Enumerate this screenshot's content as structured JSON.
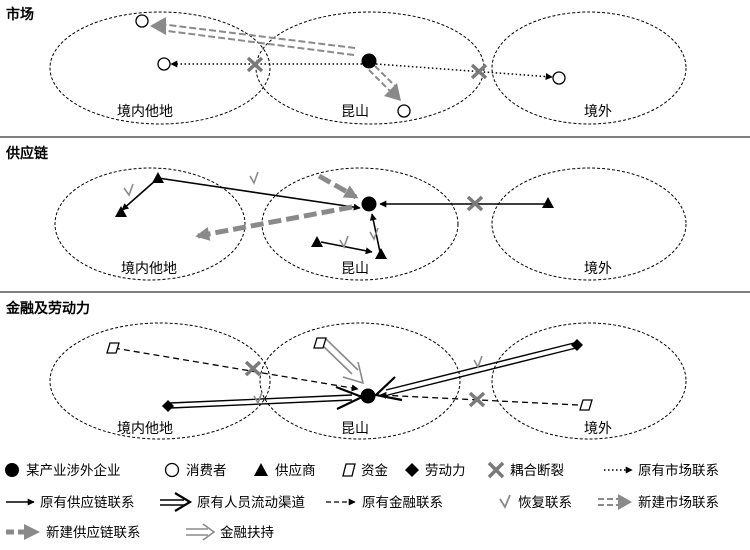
{
  "sections": [
    {
      "title": "市场",
      "regions": [
        "境内他地",
        "昆山",
        "境外"
      ]
    },
    {
      "title": "供应链",
      "regions": [
        "境内他地",
        "昆山",
        "境外"
      ]
    },
    {
      "title": "金融及劳动力",
      "regions": [
        "境内他地",
        "昆山",
        "境外"
      ]
    }
  ],
  "legend": [
    {
      "symbol": "black-dot",
      "label": "某产业涉外企业"
    },
    {
      "symbol": "open-circle",
      "label": "消费者"
    },
    {
      "symbol": "triangle",
      "label": "供应商"
    },
    {
      "symbol": "parallelogram",
      "label": "资金"
    },
    {
      "symbol": "diamond",
      "label": "劳动力"
    },
    {
      "symbol": "cross",
      "label": "耦合断裂"
    },
    {
      "symbol": "dotted-arrow",
      "label": "原有市场联系"
    },
    {
      "symbol": "solid-arrow",
      "label": "原有供应链联系"
    },
    {
      "symbol": "double-arrow",
      "label": "原有人员流动渠道"
    },
    {
      "symbol": "dashed-arrow",
      "label": "原有金融联系"
    },
    {
      "symbol": "check",
      "label": "恢复联系"
    },
    {
      "symbol": "double-dash-arrow",
      "label": "新建市场联系"
    },
    {
      "symbol": "thick-dash-arrow",
      "label": "新建供应链联系"
    },
    {
      "symbol": "hollow-double-arrow",
      "label": "金融扶持"
    }
  ],
  "colors": {
    "ink": "#000000",
    "gray": "#8a8a8a",
    "break": "#7a7a7a"
  }
}
